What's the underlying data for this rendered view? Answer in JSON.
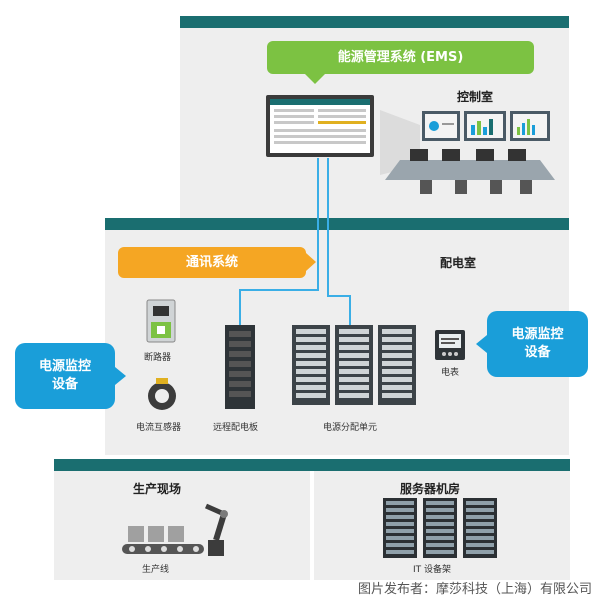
{
  "ems": {
    "label": "能源管理系统 (EMS)"
  },
  "control_room": {
    "label": "控制室"
  },
  "distribution_room": {
    "label": "配电室"
  },
  "comm_system": {
    "label": "通讯系统"
  },
  "monitor_left": {
    "line1": "电源监控",
    "line2": "设备"
  },
  "monitor_right": {
    "line1": "电源监控",
    "line2": "设备"
  },
  "devices": {
    "breaker": "断路器",
    "current_transformer": "电流互感器",
    "remote_panel": "远程配电板",
    "pdu": "电源分配单元",
    "meter": "电表"
  },
  "production_site": {
    "label": "生产现场",
    "line": "生产线"
  },
  "server_room": {
    "label": "服务器机房",
    "rack": "IT 设备架"
  },
  "credit": "图片发布者：摩莎科技（上海）有限公司",
  "colors": {
    "teal_bar": "#1a6e70",
    "panel": "#eeeeee",
    "green": "#7cc242",
    "orange": "#f5a623",
    "blue": "#1a9ed9",
    "wire": "#3aaee6"
  }
}
